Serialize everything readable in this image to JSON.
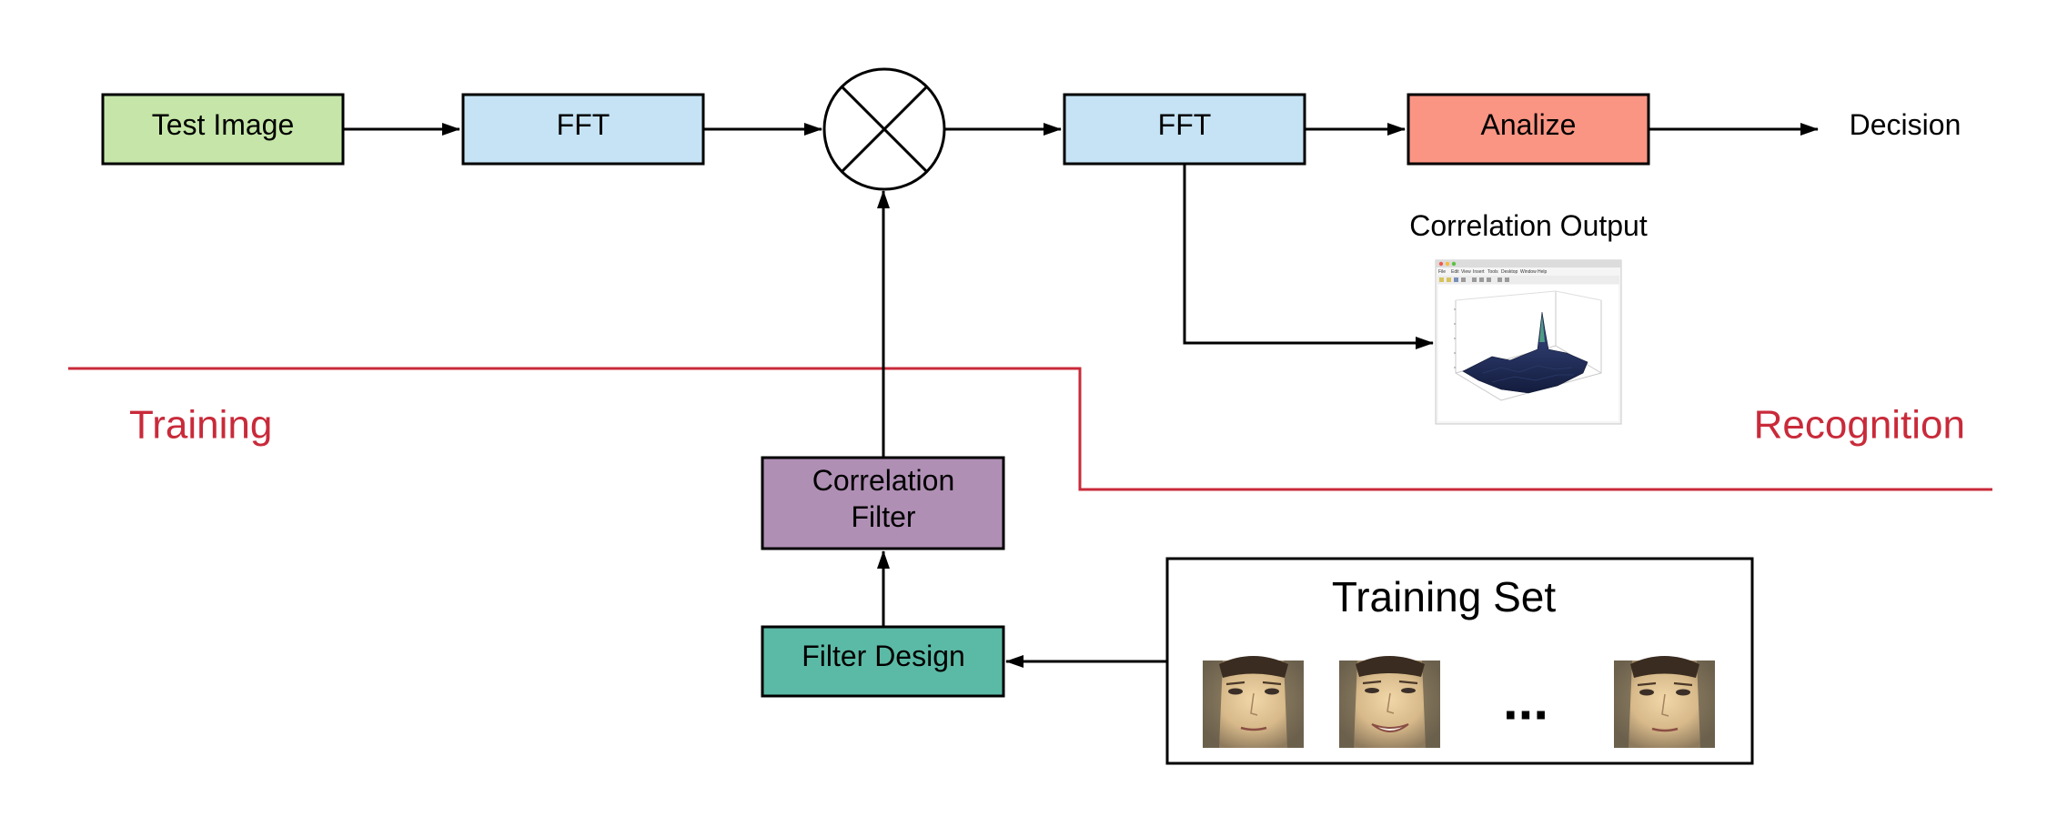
{
  "nodes": {
    "test_image": {
      "label": "Test Image",
      "color": "#c5e6a8"
    },
    "fft_1": {
      "label": "FFT",
      "color": "#c5e3f5"
    },
    "fft_2": {
      "label": "FFT",
      "color": "#c5e3f5"
    },
    "analize": {
      "label": "Analize",
      "color": "#fa9584"
    },
    "correlation_filter": {
      "label_line1": "Correlation",
      "label_line2": "Filter",
      "color": "#b08fb5"
    },
    "filter_design": {
      "label": "Filter Design",
      "color": "#5bbaa6"
    },
    "multiplier": {
      "symbol": "multiply-icon"
    }
  },
  "decision": {
    "label": "Decision"
  },
  "correlation_output": {
    "label": "Correlation Output"
  },
  "matlab_figure": {
    "menu": [
      "File",
      "Edit",
      "View",
      "Insert",
      "Tools",
      "Desktop",
      "Window",
      "Help"
    ]
  },
  "training_set": {
    "title": "Training Set",
    "ellipsis": "..."
  },
  "regions": {
    "training": {
      "label": "Training"
    },
    "recognition": {
      "label": "Recognition"
    },
    "boundary_color": "#c92a3a"
  }
}
